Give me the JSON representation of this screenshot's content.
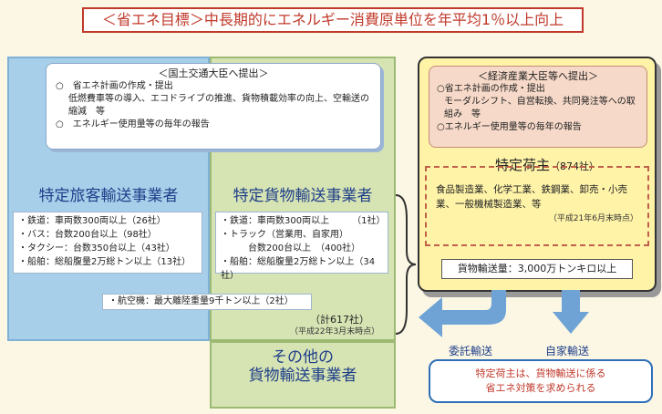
{
  "banner": "＜省エネ目標＞中長期的にエネルギー消費原単位を年平均1％以上向上",
  "mlit": {
    "title": "＜国土交通大臣へ提出＞",
    "item1": "○　省エネ計画の作成・提出",
    "item1_detail": "低燃費車等の導入、エコドライブの推進、貨物積載効率の向上、空輸送の縮減　等",
    "item2": "○　エネルギー使用量等の毎年の報告"
  },
  "passenger": {
    "title": "特定旅客輸送事業者",
    "rows": [
      "・鉄道：車両数300両以上（26社）",
      "・バス：台数200台以上（98社）",
      "・タクシー：台数350台以上（43社）",
      "・船舶：総船腹量2万総トン以上（13社）"
    ]
  },
  "freight": {
    "title": "特定貨物輸送事業者",
    "rows": [
      "・鉄道：車両数300両以上　　　（1社）",
      "・トラック（営業用、自家用）",
      "　　　台数200台以上　（400社）",
      "・船舶：総船腹量2万総トン以上（34社）"
    ]
  },
  "air": "・航空機：最大離陸重量9千トン以上（2社）",
  "total": "（計617社）",
  "date1": "（平成22年3月末時点）",
  "other": "その他の\n貨物輸送事業者",
  "meti": {
    "title": "＜経済産業大臣等へ提出＞",
    "item1": "○省エネ計画の作成・提出",
    "item1_detail": "モーダルシフト、自営転換、共同発注等への取組み　等",
    "item2": "○エネルギー使用量等の毎年の報告"
  },
  "shipper": {
    "title": "特定荷主",
    "count": "（874社）",
    "industries": "食品製造業、化学工業、鉄鋼業、卸売・小売業、一般機械製造業、等",
    "date": "（平成21年6月末時点）",
    "volume": "貨物輸送量：3,000万トンキロ以上"
  },
  "arrows": {
    "consign": "委託輸送",
    "own": "自家輸送"
  },
  "bottom": "特定荷主は、貨物輸送に係る\n省エネ対策を求められる",
  "colors": {
    "accent": "#c0392b",
    "blue": "#1f3f8a",
    "arrow": "#6fa3d6"
  }
}
